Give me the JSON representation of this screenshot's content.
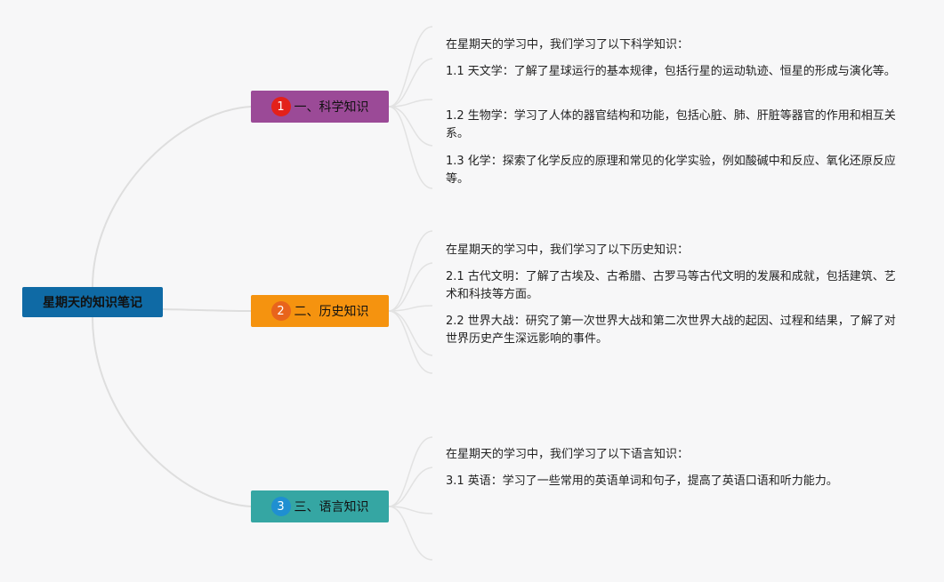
{
  "root": {
    "label": "星期天的知识笔记",
    "color": "#0f6aa5"
  },
  "topics": [
    {
      "number": "1",
      "label": "一、科学知识",
      "color": "#9b4a97",
      "badge_color": "#e3211a",
      "notes": [
        "在星期天的学习中，我们学习了以下科学知识：",
        "1.1 天文学：了解了星球运行的基本规律，包括行星的运动轨迹、恒星的形成与演化等。",
        "1.2 生物学：学习了人体的器官结构和功能，包括心脏、肺、肝脏等器官的作用和相互关系。",
        "1.3 化学：探索了化学反应的原理和常见的化学实验，例如酸碱中和反应、氧化还原反应等。"
      ]
    },
    {
      "number": "2",
      "label": "二、历史知识",
      "color": "#f5930f",
      "badge_color": "#e8641c",
      "notes": [
        "在星期天的学习中，我们学习了以下历史知识：",
        "2.1 古代文明：了解了古埃及、古希腊、古罗马等古代文明的发展和成就，包括建筑、艺术和科技等方面。",
        "2.2 世界大战：研究了第一次世界大战和第二次世界大战的起因、过程和结果，了解了对世界历史产生深远影响的事件。"
      ]
    },
    {
      "number": "3",
      "label": "三、语言知识",
      "color": "#35a6a3",
      "badge_color": "#1f8fd1",
      "notes": [
        "在星期天的学习中，我们学习了以下语言知识：",
        "3.1 英语：学习了一些常用的英语单词和句子，提高了英语口语和听力能力。"
      ]
    }
  ]
}
